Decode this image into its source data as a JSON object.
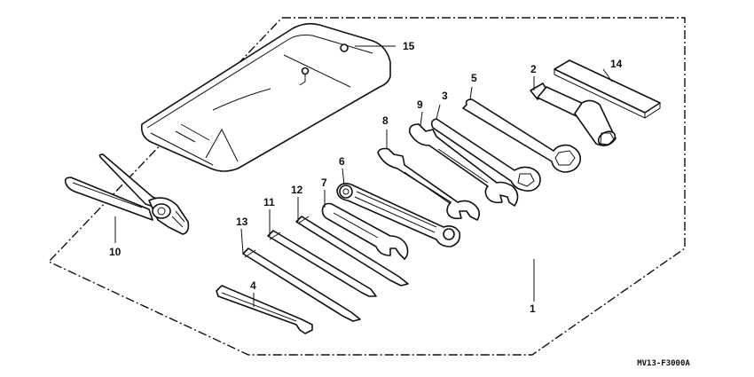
{
  "diagram": {
    "part_code": "MV13-F3000A",
    "callouts": [
      {
        "id": "c1",
        "label": "1"
      },
      {
        "id": "c2",
        "label": "2"
      },
      {
        "id": "c3",
        "label": "3"
      },
      {
        "id": "c4",
        "label": "4"
      },
      {
        "id": "c5",
        "label": "5"
      },
      {
        "id": "c6",
        "label": "6"
      },
      {
        "id": "c7",
        "label": "7"
      },
      {
        "id": "c8",
        "label": "8"
      },
      {
        "id": "c9",
        "label": "9"
      },
      {
        "id": "c10",
        "label": "10"
      },
      {
        "id": "c11",
        "label": "11"
      },
      {
        "id": "c12",
        "label": "12"
      },
      {
        "id": "c13",
        "label": "13"
      },
      {
        "id": "c14",
        "label": "14"
      },
      {
        "id": "c15",
        "label": "15"
      }
    ]
  }
}
